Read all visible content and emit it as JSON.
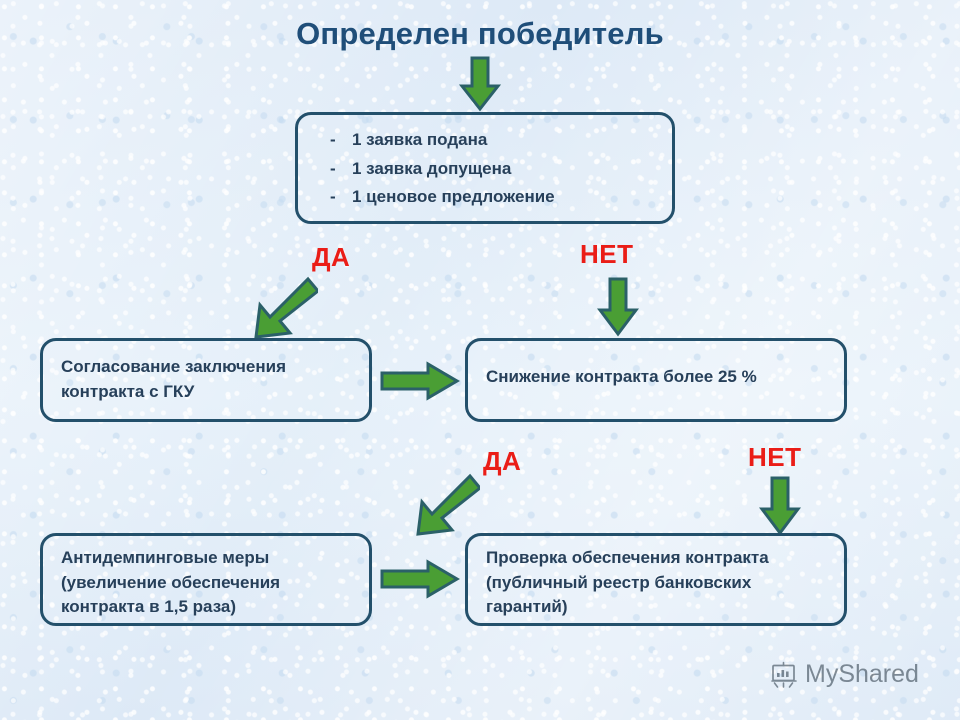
{
  "slide": {
    "title": "Определен победитель",
    "background_color": "#dfebf7",
    "box_border_color": "#23506b",
    "box_text_color": "#27405a",
    "title_color": "#1f4e79",
    "arrow_fill_color": "#4a9e34",
    "arrow_stroke_color": "#2b6068",
    "decision_label_color": "#ea1d17"
  },
  "nodes": {
    "applications": {
      "bullets": [
        {
          "marker": "-",
          "text": "1 заявка подана"
        },
        {
          "marker": "-",
          "text": "1 заявка допущена"
        },
        {
          "marker": "-",
          "text": "1 ценовое предложение"
        }
      ]
    },
    "approval": {
      "text": "Согласование заключения контракта с ГКУ"
    },
    "reduction": {
      "text": "Снижение контракта более 25 %"
    },
    "antidumping": {
      "text": "Антидемпинговые меры (увеличение обеспечения контракта в 1,5 раза)"
    },
    "verification": {
      "text": "Проверка обеспечения контракта (публичный реестр банковских гарантий)"
    }
  },
  "decisions": {
    "yes_1": "ДА",
    "no_1": "НЕТ",
    "yes_2": "ДА",
    "no_2": "НЕТ"
  },
  "watermark": {
    "text": "MyShared",
    "icon": "presentation-chart-icon"
  }
}
